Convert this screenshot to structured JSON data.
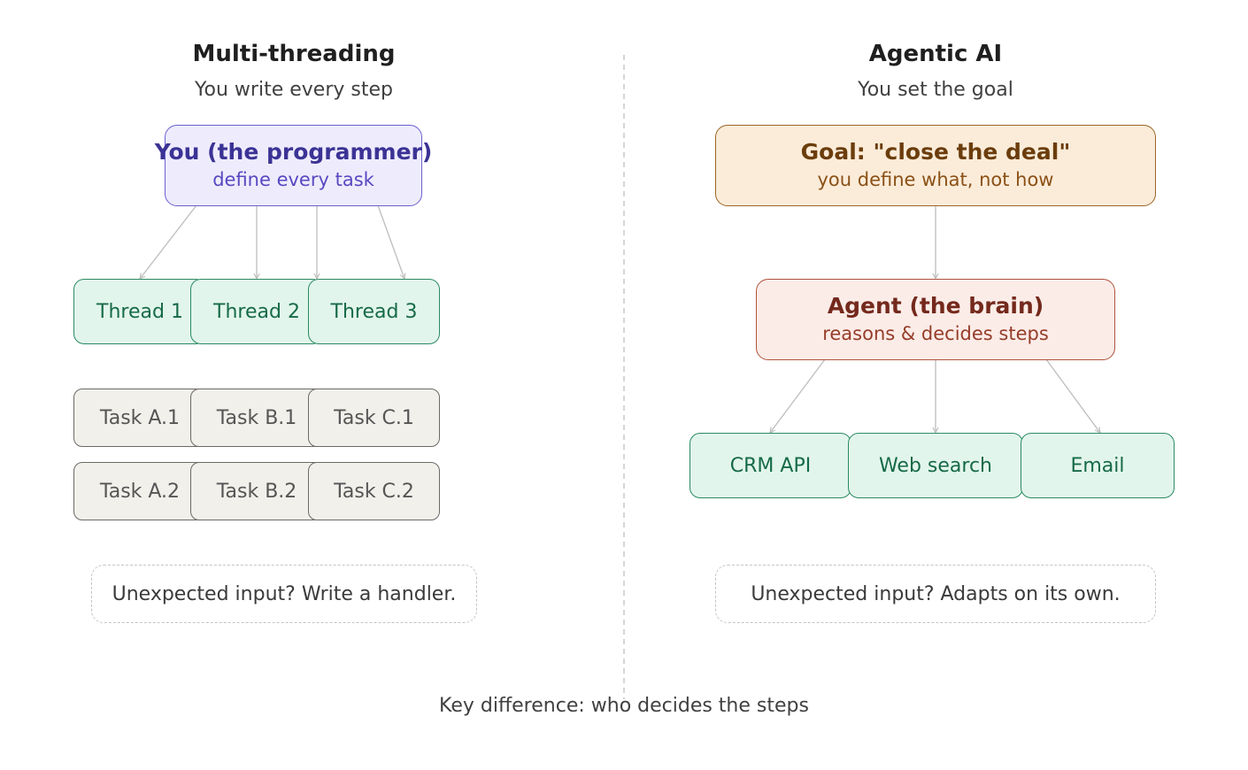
{
  "left": {
    "title": "Multi-threading",
    "subtitle": "You write every step",
    "programmer": {
      "main": "You (the programmer)",
      "sub": "define every task"
    },
    "threads": [
      "Thread 1",
      "Thread 2",
      "Thread 3"
    ],
    "tasks_row1": [
      "Task A.1",
      "Task B.1",
      "Task C.1"
    ],
    "tasks_row2": [
      "Task A.2",
      "Task B.2",
      "Task C.2"
    ],
    "note": "Unexpected input? Write a handler."
  },
  "right": {
    "title": "Agentic AI",
    "subtitle": "You set the goal",
    "goal": {
      "main": "Goal: \"close the deal\"",
      "sub": "you define what, not how"
    },
    "agent": {
      "main": "Agent (the brain)",
      "sub": "reasons & decides steps"
    },
    "tools": [
      "CRM API",
      "Web search",
      "Email"
    ],
    "note": "Unexpected input? Adapts on its own."
  },
  "footer": "Key difference: who decides the steps",
  "colors": {
    "purple_fill": "#eeecfc",
    "purple_stroke": "#6a5fcf",
    "orange_fill": "#fbecd9",
    "orange_stroke": "#9b6424",
    "red_fill": "#fbece8",
    "red_stroke": "#b1533d",
    "green_fill": "#e2f5ec",
    "green_stroke": "#2a8a62",
    "gray_fill": "#f2f0eb",
    "gray_stroke": "#6c6a66",
    "connector": "#bdbdbd"
  }
}
